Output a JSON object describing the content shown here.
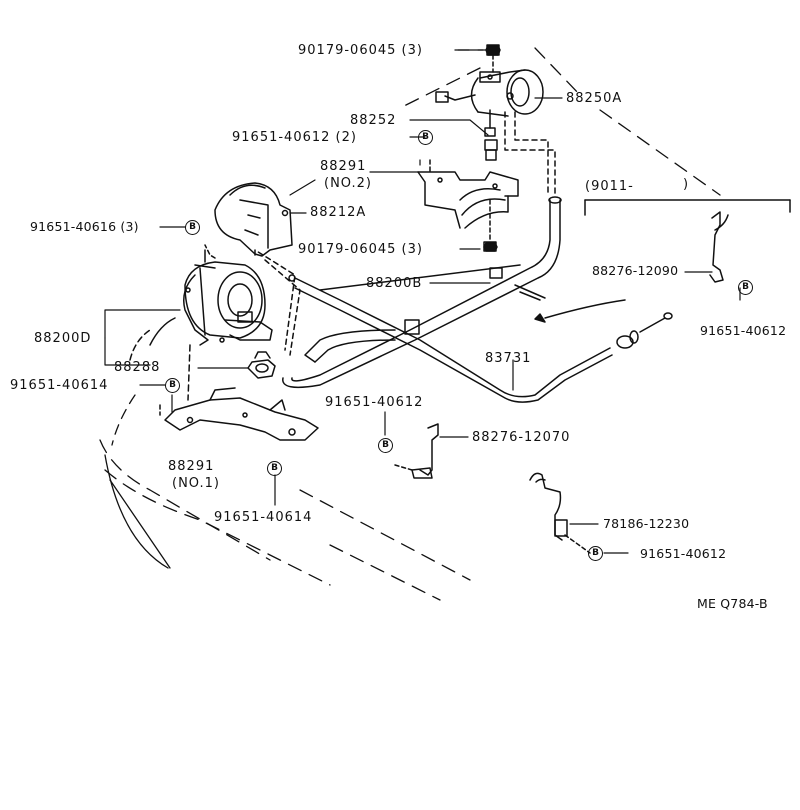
{
  "labels": {
    "nut_top": "90179-06045 (3)",
    "actuator_88250a": "88250A",
    "part_88252": "88252",
    "bolt_top": "91651-40612 (2)",
    "bracket_no2_code": "88291",
    "bracket_no2_sub": "(NO.2)",
    "bolt_left": "91651-40616 (3)",
    "cover_88212a": "88212A",
    "nut_mid": "90179-06045 (3)",
    "ref_9011": "(9011-",
    "hose_88200b": "88200B",
    "bracket_88276_12090": "88276-12090",
    "bolt_right": "91651-40612",
    "assembly_88200d": "88200D",
    "part_88288": "88288",
    "cable_83731": "83731",
    "bolt_lower_left": "91651-40614",
    "bolt_lower_mid": "91651-40612",
    "bracket_88276_12070": "88276-12070",
    "bracket_no1_code": "88291",
    "bracket_no1_sub": "(NO.1)",
    "bolt_bottom": "91651-40614",
    "clip_78186_12230": "78186-12230",
    "bolt_far_right": "91651-40612",
    "figure_code": "ME  Q784-B"
  },
  "bolt_marker": "B"
}
